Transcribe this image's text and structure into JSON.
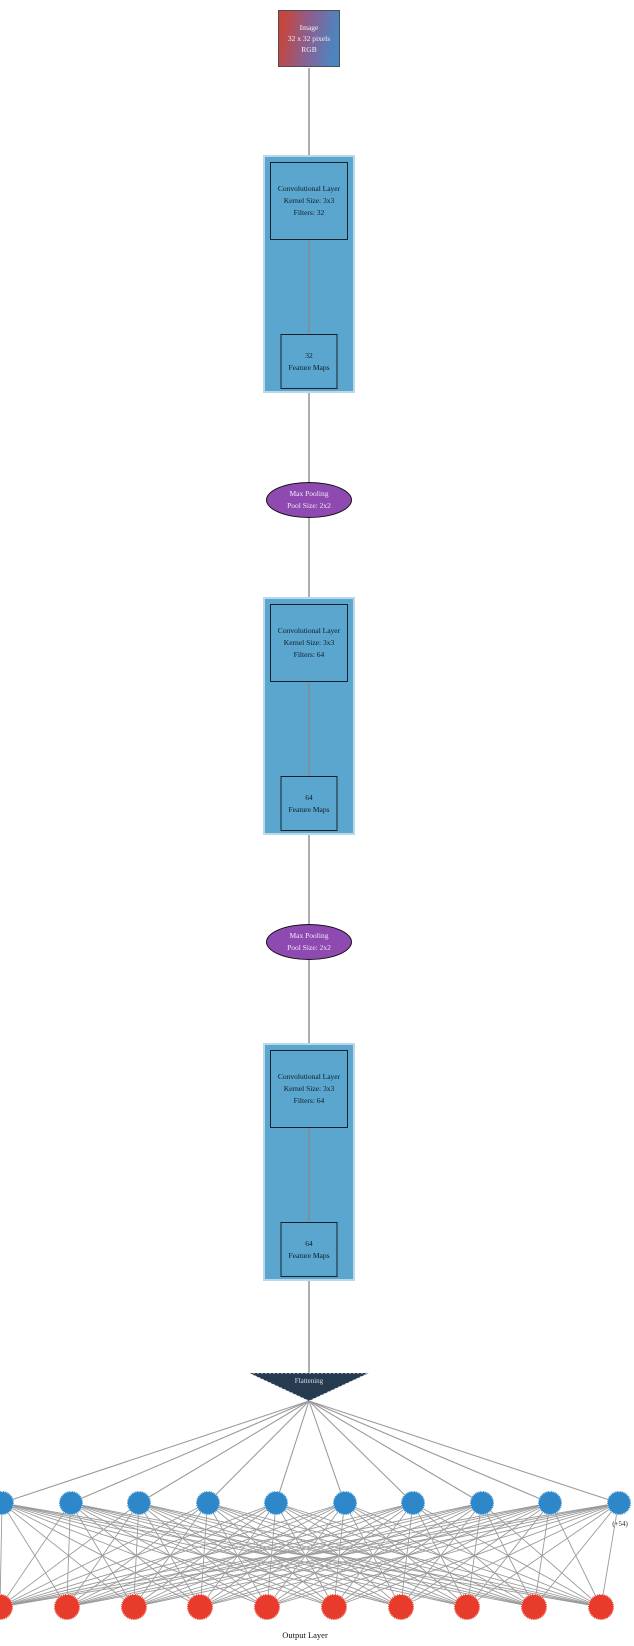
{
  "diagram": {
    "input_box": {
      "line1": "Image",
      "line2": "32 x 32 pixels",
      "line3": "RGB"
    },
    "conv_layers": [
      {
        "line1": "Convolutional Layer",
        "line2": "Kernel Size: 3x3",
        "line3": "Filters: 32",
        "maps_value": "32",
        "maps_label": "Feature Maps"
      },
      {
        "line1": "Convolutional Layer",
        "line2": "Kernel Size: 3x3",
        "line3": "Filters: 64",
        "maps_value": "64",
        "maps_label": "Feature Maps"
      },
      {
        "line1": "Convolutional Layer",
        "line2": "Kernel Size: 3x3",
        "line3": "Filters: 64",
        "maps_value": "64",
        "maps_label": "Feature Maps"
      }
    ],
    "pooling_layers": [
      {
        "line1": "Max Pooling",
        "line2": "Pool Size: 2x2"
      },
      {
        "line1": "Max Pooling",
        "line2": "Pool Size: 2x2"
      }
    ],
    "flatten": {
      "label": "Flattening"
    },
    "dense_layer": {
      "visible_nodes": 10,
      "overflow_label": "(+54)",
      "node_color": "#2e87c8"
    },
    "output_layer": {
      "visible_nodes": 10,
      "label": "Output Layer",
      "node_color": "#e73b2b"
    },
    "colors": {
      "conv_fill": "#5ba6ce",
      "conv_border": "#b9d9ea",
      "inner_box_border": "#16222b",
      "pool_fill": "#8f4ab2",
      "flatten_fill": "#263a50",
      "edge_line": "#a3a3a3",
      "input_gradient_left": "#c7463b",
      "input_gradient_right": "#4b86c2"
    }
  }
}
